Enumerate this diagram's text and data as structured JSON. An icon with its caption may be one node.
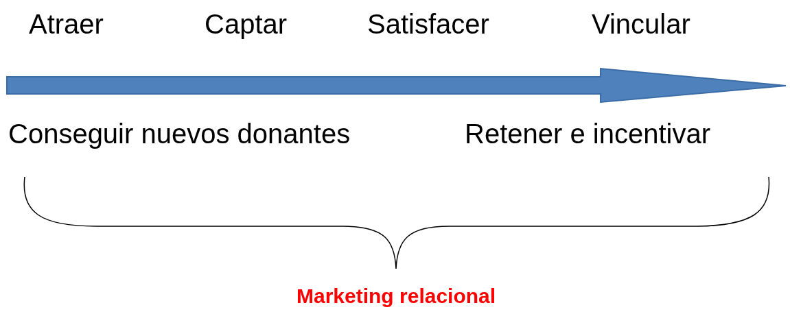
{
  "diagram": {
    "labels": [
      "Atraer",
      "Captar",
      "Satisfacer",
      "Vincular",
      "Conseguir nuevos donantes",
      "Retener e incentivar",
      "Marketing relacional"
    ]
  }
}
